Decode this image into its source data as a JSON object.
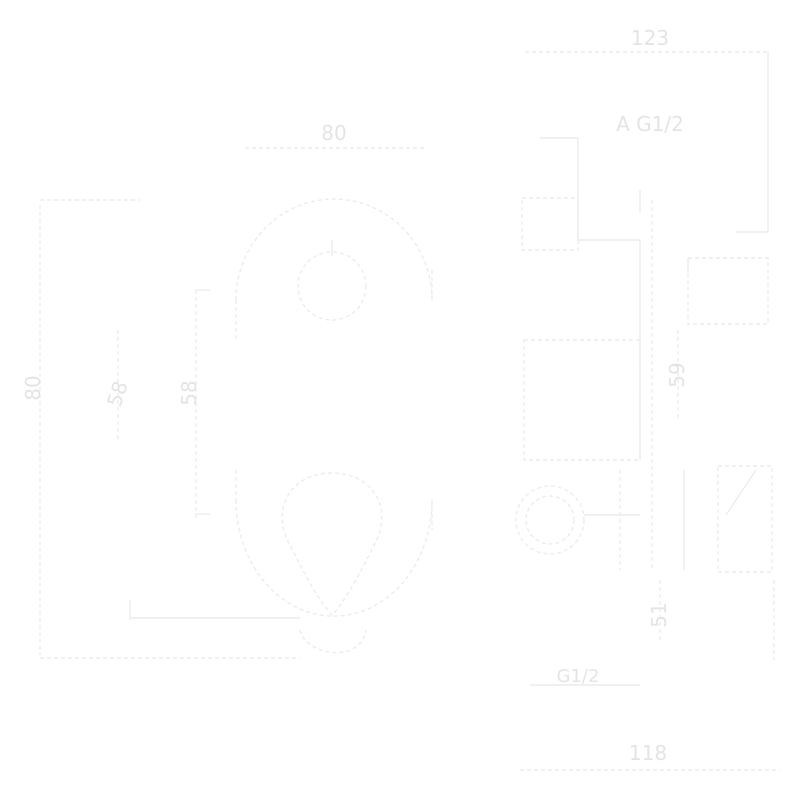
{
  "drawing": {
    "dimensions": {
      "top_right_width": "123",
      "thread_top": "A G1/2",
      "front_width": "80",
      "left_height": "80",
      "left_inner_a": "58",
      "left_inner_b": "58",
      "vertical_mid": "59",
      "vertical_low": "51",
      "thread_bottom": "G1/2",
      "bottom_width": "118"
    },
    "colors": {
      "line": "#ececec",
      "text": "#e4e4e4",
      "background": "#ffffff"
    }
  }
}
